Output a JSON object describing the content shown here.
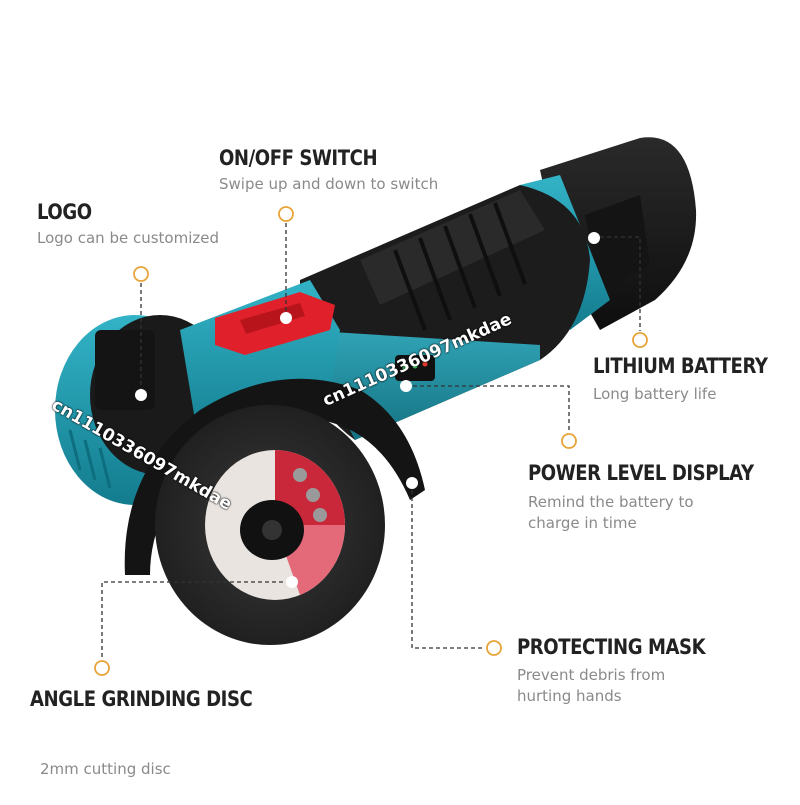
{
  "callouts": {
    "switch": {
      "title": "ON/OFF SWITCH",
      "desc": "Swipe up and down to switch"
    },
    "logo": {
      "title": "LOGO",
      "desc": "Logo can be customized"
    },
    "battery": {
      "title": "LITHIUM BATTERY",
      "desc": "Long battery life"
    },
    "power": {
      "title": "POWER LEVEL DISPLAY",
      "desc_line1": "Remind the battery to",
      "desc_line2": "charge in time"
    },
    "mask": {
      "title": "PROTECTING MASK",
      "desc_line1": "Prevent debris from",
      "desc_line2": "hurting hands"
    },
    "disc": {
      "title": "ANGLE GRINDING DISC"
    }
  },
  "footnote": "2mm cutting disc",
  "watermarks": [
    "cn1110336097mkdae",
    "cn1110336097mkdae"
  ],
  "colors": {
    "body_teal": "#1f9bb0",
    "body_black": "#1c1c1c",
    "switch_red": "#e0212b",
    "marker": "#e8a33a",
    "title_text": "#222222",
    "desc_text": "#8a8a8a"
  }
}
